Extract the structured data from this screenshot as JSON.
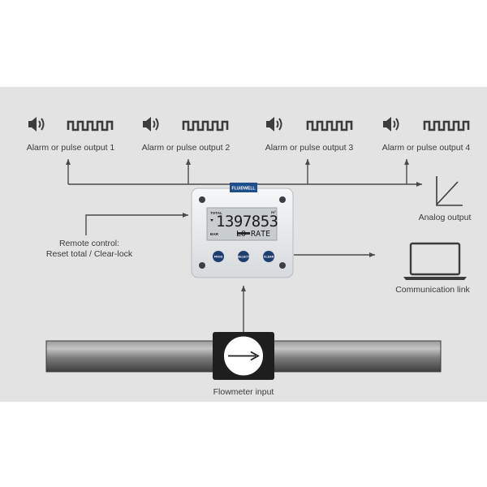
{
  "outputs": [
    {
      "label": "Alarm or pulse output 1"
    },
    {
      "label": "Alarm or pulse output 2"
    },
    {
      "label": "Alarm or pulse output 3"
    },
    {
      "label": "Alarm or pulse output 4"
    }
  ],
  "analog": {
    "label": "Analog output"
  },
  "remote": {
    "line1": "Remote control:",
    "line2": "Reset total / Clear-lock"
  },
  "communication": {
    "label": "Communication link"
  },
  "flowmeter": {
    "label": "Flowmeter input"
  },
  "device": {
    "brand": "FLUIDWELL",
    "display": {
      "total_label": "TOTAL",
      "value": "1397853",
      "unit": "m³",
      "status": "LO RATE",
      "aux_label": "BAR"
    },
    "buttons": [
      {
        "label": "PROG"
      },
      {
        "label": "SELECT"
      },
      {
        "label": "CLEAR"
      }
    ]
  },
  "colors": {
    "panel": "#e3e3e4",
    "line": "#4a4a4a",
    "pipe": "#707070",
    "brand": "#1f4e8c",
    "lcd": "#c9cdcf",
    "button": "#1f3e6e"
  }
}
